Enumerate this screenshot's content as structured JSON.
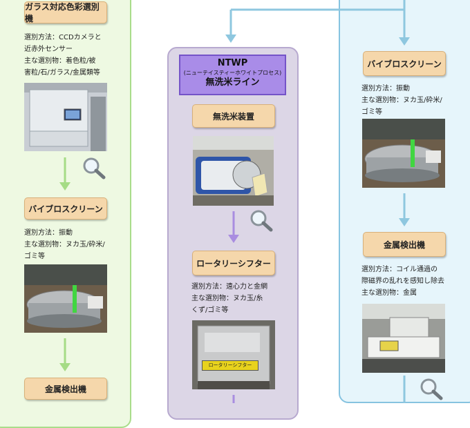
{
  "colors": {
    "left_bg": "#eef9e2",
    "mid_bg": "#dcd6e6",
    "right_bg": "#e6f5fb",
    "button_bg": "#f5d7ab",
    "ntwp_bg": "#a98ce8"
  },
  "left": {
    "color_sorter": {
      "title": "ガラス対応色彩選別機",
      "lines": [
        "選別方法：CCDカメラと",
        "近赤外センサー",
        "主な選別物：着色粒/被",
        "害粒/石/ガラス/金属類等"
      ]
    },
    "vibro": {
      "title": "バイブロスクリーン",
      "lines": [
        "選別方法：振動",
        "主な選別物：ヌカ玉/砕米/",
        "ゴミ等"
      ]
    },
    "metal": {
      "title": "金属検出機"
    }
  },
  "middle": {
    "ntwp": {
      "title": "NTWP",
      "subtitle": "(ニューテイスティーホワイトプロセス)",
      "line": "無洗米ライン"
    },
    "musenmai": {
      "title": "無洗米装置"
    },
    "rotary": {
      "title": "ロータリーシフター",
      "lines": [
        "選別方法：遠心力と金網",
        "主な選別物：ヌカ玉/糸",
        "くず/ゴミ等"
      ],
      "photo_label": "ロータリーシフター"
    }
  },
  "right": {
    "vibro": {
      "title": "バイブロスクリーン",
      "lines": [
        "選別方法：振動",
        "主な選別物：ヌカ玉/砕米/",
        "ゴミ等"
      ]
    },
    "metal": {
      "title": "金属検出機",
      "lines": [
        "選別方法：コイル通過の",
        "際磁界の乱れを感知し除去",
        "主な選別物：金属"
      ]
    }
  },
  "icons": {
    "magnifier": "magnifier-icon",
    "arrow": "arrow-down-icon"
  }
}
